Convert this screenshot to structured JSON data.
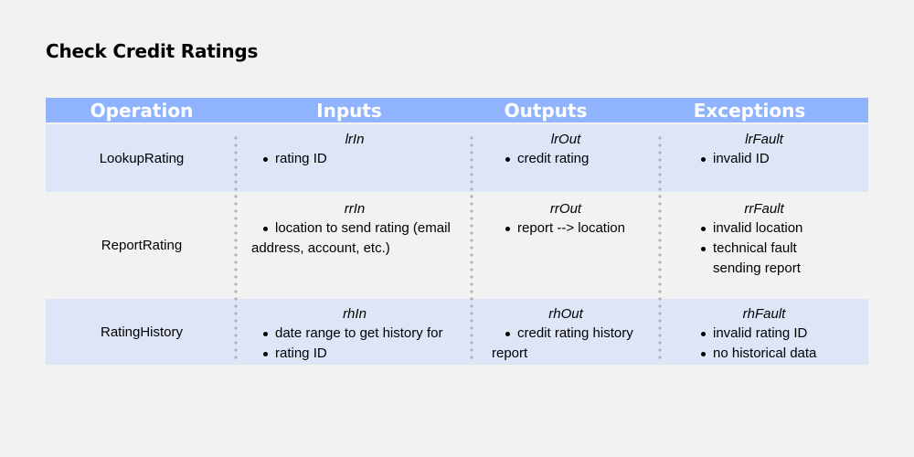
{
  "title": "Check Credit Ratings",
  "headers": [
    "Operation",
    "Inputs",
    "Outputs",
    "Exceptions"
  ],
  "rows": [
    {
      "operation": "LookupRating",
      "input_msg": "lrIn",
      "inputs": [
        "rating ID"
      ],
      "output_msg": "lrOut",
      "outputs": [
        "credit rating"
      ],
      "fault_msg": "lrFault",
      "faults": [
        "invalid ID"
      ]
    },
    {
      "operation": "ReportRating",
      "input_msg": "rrIn",
      "inputs": [
        "location to send rating (email",
        "address, account, etc.)"
      ],
      "output_msg": "rrOut",
      "outputs": [
        "report --> location"
      ],
      "fault_msg": "rrFault",
      "faults": [
        "invalid location",
        "technical fault",
        "sending report"
      ]
    },
    {
      "operation": "RatingHistory",
      "input_msg": "rhIn",
      "inputs": [
        "date range to get history for",
        "rating ID"
      ],
      "output_msg": "rhOut",
      "outputs": [
        "credit rating history",
        "report"
      ],
      "fault_msg": "rhFault",
      "faults": [
        "invalid rating ID",
        "no historical data"
      ]
    }
  ]
}
